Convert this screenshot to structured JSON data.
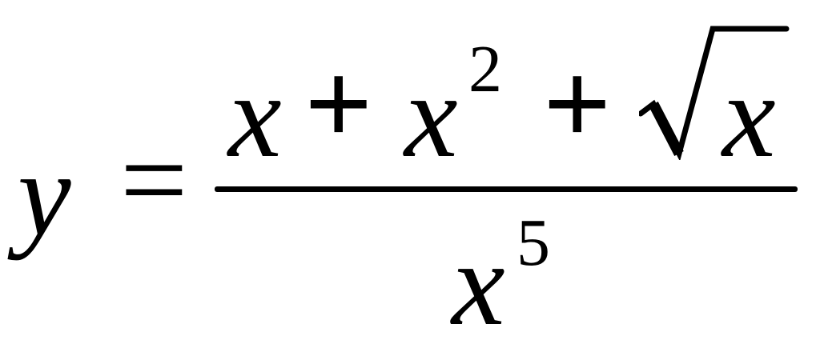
{
  "formula": {
    "lhs": "y",
    "equals": "=",
    "numerator": {
      "term1": "x",
      "plus1": "+",
      "term2_base": "x",
      "term2_exponent": "2",
      "plus2": "+",
      "radicand": "x"
    },
    "denominator": {
      "base": "x",
      "exponent": "5"
    }
  },
  "icons": {
    "radical": "square-root-icon"
  },
  "colors": {
    "ink": "#000000",
    "background": "#ffffff"
  }
}
